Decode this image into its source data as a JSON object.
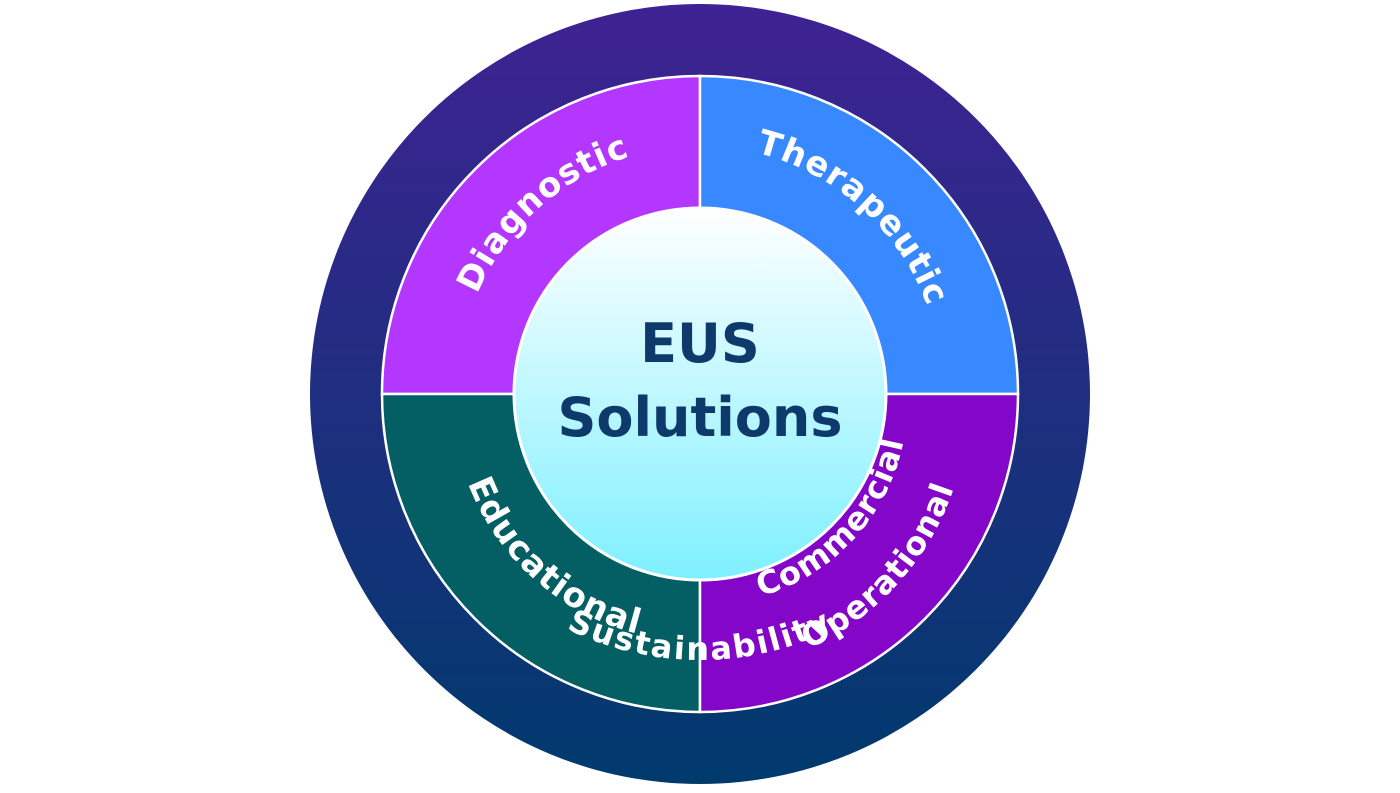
{
  "center": {
    "line1": "EUS",
    "line2": "Solutions",
    "text_color": "#0d3a6b",
    "fill_top": "#ffffff",
    "fill_bottom": "#7ef0ff"
  },
  "quadrants": [
    {
      "label": "Diagnostic",
      "color": "#b437ff"
    },
    {
      "label": "Therapeutic",
      "color": "#3889ff"
    },
    {
      "label": "Educational",
      "color": "#035f64"
    },
    {
      "label": "Commercial",
      "label2": "Operational",
      "color": "#8406c9"
    }
  ],
  "outer_ring": {
    "label": "Sustainability",
    "color_top": "#3f2293",
    "color_bottom": "#003a6d"
  }
}
